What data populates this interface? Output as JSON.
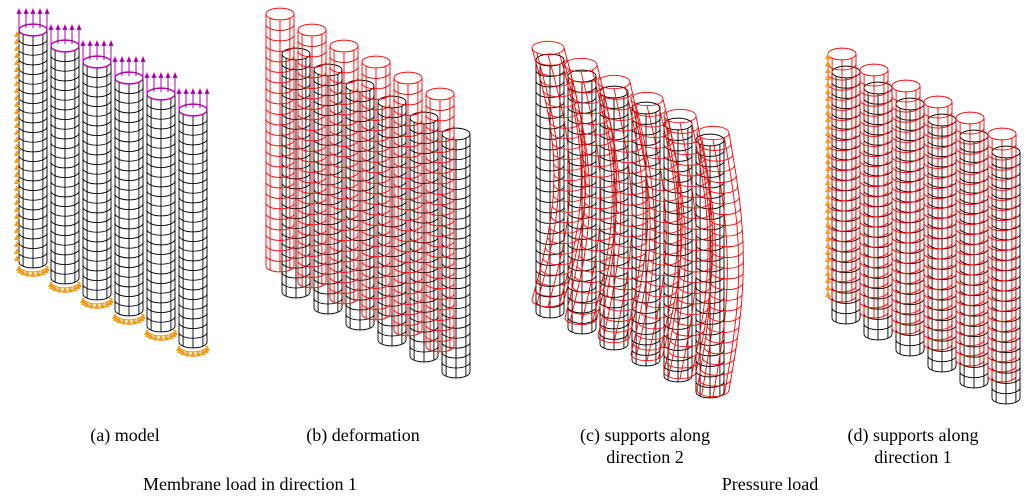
{
  "panels": [
    {
      "caption_lines": [
        "(a) model"
      ]
    },
    {
      "caption_lines": [
        "(b) deformation"
      ]
    },
    {
      "caption_lines": [
        "(c) supports along",
        "direction 2"
      ]
    },
    {
      "caption_lines": [
        "(d) supports along",
        "direction 1"
      ]
    }
  ],
  "group_titles": [
    "Membrane load in direction 1",
    "Pressure load"
  ],
  "colors": {
    "undeformed_mesh": "#000000",
    "deformed_mesh": "#ff0000",
    "load_arrows": "#b000b0",
    "supports": "#f0a020"
  },
  "icons": [
    "cylinder-mesh-icon",
    "load-arrow-icon",
    "support-triangle-icon"
  ]
}
